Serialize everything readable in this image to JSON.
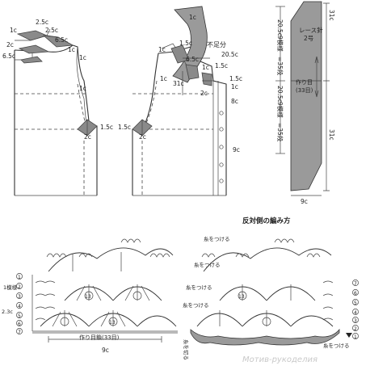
{
  "back": {
    "labels": {
      "neck_w": "2.5c",
      "neck_inner": "6.5c",
      "shoulder_small": "1c",
      "shoulder_edge": "1c",
      "ease_1": "1c",
      "ease_2": "1c",
      "hem_left": "2c",
      "armhole_w": "1.5c",
      "side_drop": "2c",
      "shoulder_top": "2.5c",
      "neck_side": "6.5c"
    }
  },
  "front": {
    "labels": {
      "top_small": "1c",
      "neck_lap": "1.5c",
      "shortfall": "不足分",
      "collar_w": "20.5c",
      "neck_depth": "6.5c",
      "front_w": "31c",
      "shoulder_1": "1c",
      "shoulder_2": "1c",
      "inner_1c": "1c",
      "inner_15": "1.5c",
      "lap_15": "1.5c",
      "lap_1": "1c",
      "lap_2": "2c",
      "band_w": "8c",
      "arm_15": "1.5c",
      "arm_2": "2c",
      "button_gap": "9c"
    }
  },
  "strip": {
    "left_1": "20.5c",
    "left_2": "9模様",
    "left_3": "=35段",
    "left_4": "20.5c",
    "left_5": "9模様",
    "left_6": "=35段",
    "title_1": "レース針",
    "title_2": "2号",
    "center_1": "作り目",
    "center_2": "(33目)",
    "right_1": "31c",
    "right_2": "31c",
    "bottom": "9c"
  },
  "lace": {
    "section_title": "反対側の編み方",
    "left_rows": [
      "1",
      "2",
      "3",
      "4",
      "5",
      "6",
      "7"
    ],
    "left_measures": [
      "1模様",
      "2.3c"
    ],
    "right_rows": [
      "7",
      "6",
      "5",
      "4",
      "3",
      "2",
      "1"
    ],
    "top_notes": [
      "糸をつける",
      "糸をつける",
      "糸をつける"
    ],
    "side_notes": [
      "糸をつける",
      "糸をつける"
    ],
    "bottom_note": "糸を切る",
    "bottom_label_left": "作り目鎖(33目)",
    "bottom_width": "9c",
    "motif_numbers_left": [
      "13",
      "13"
    ],
    "motif_numbers_right": [
      "13"
    ],
    "watermark": "Мотив-рукоделия"
  }
}
